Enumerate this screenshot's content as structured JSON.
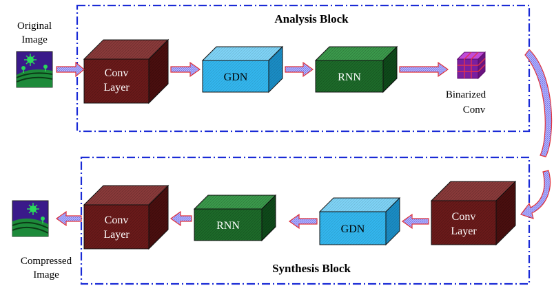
{
  "analysis": {
    "title": "Analysis Block",
    "input_label_line1": "Original",
    "input_label_line2": "Image",
    "conv_line1": "Conv",
    "conv_line2": "Layer",
    "gdn": "GDN",
    "rnn": "RNN",
    "binarized_line1": "Binarized",
    "binarized_line2": "Conv"
  },
  "synthesis": {
    "title": "Synthesis Block",
    "output_label_line1": "Compressed",
    "output_label_line2": "Image",
    "conv1_line1": "Conv",
    "conv1_line2": "Layer",
    "gdn": "GDN",
    "rnn": "RNN",
    "conv2_line1": "Conv",
    "conv2_line2": "Layer"
  },
  "colors": {
    "frame": "#1a2bd6",
    "conv": "#6b1a1a",
    "gdn": "#33b6ee",
    "rnn": "#1d6b2a",
    "binarized": "#7a1fa0",
    "arrow_fill": "#b9b9ff",
    "arrow_stroke": "#e0303a",
    "picture_bg": "#3a1a8a",
    "picture_green": "#2ad85a"
  },
  "icons": {
    "input_image": "landscape-picture-icon",
    "output_image": "landscape-picture-icon"
  }
}
